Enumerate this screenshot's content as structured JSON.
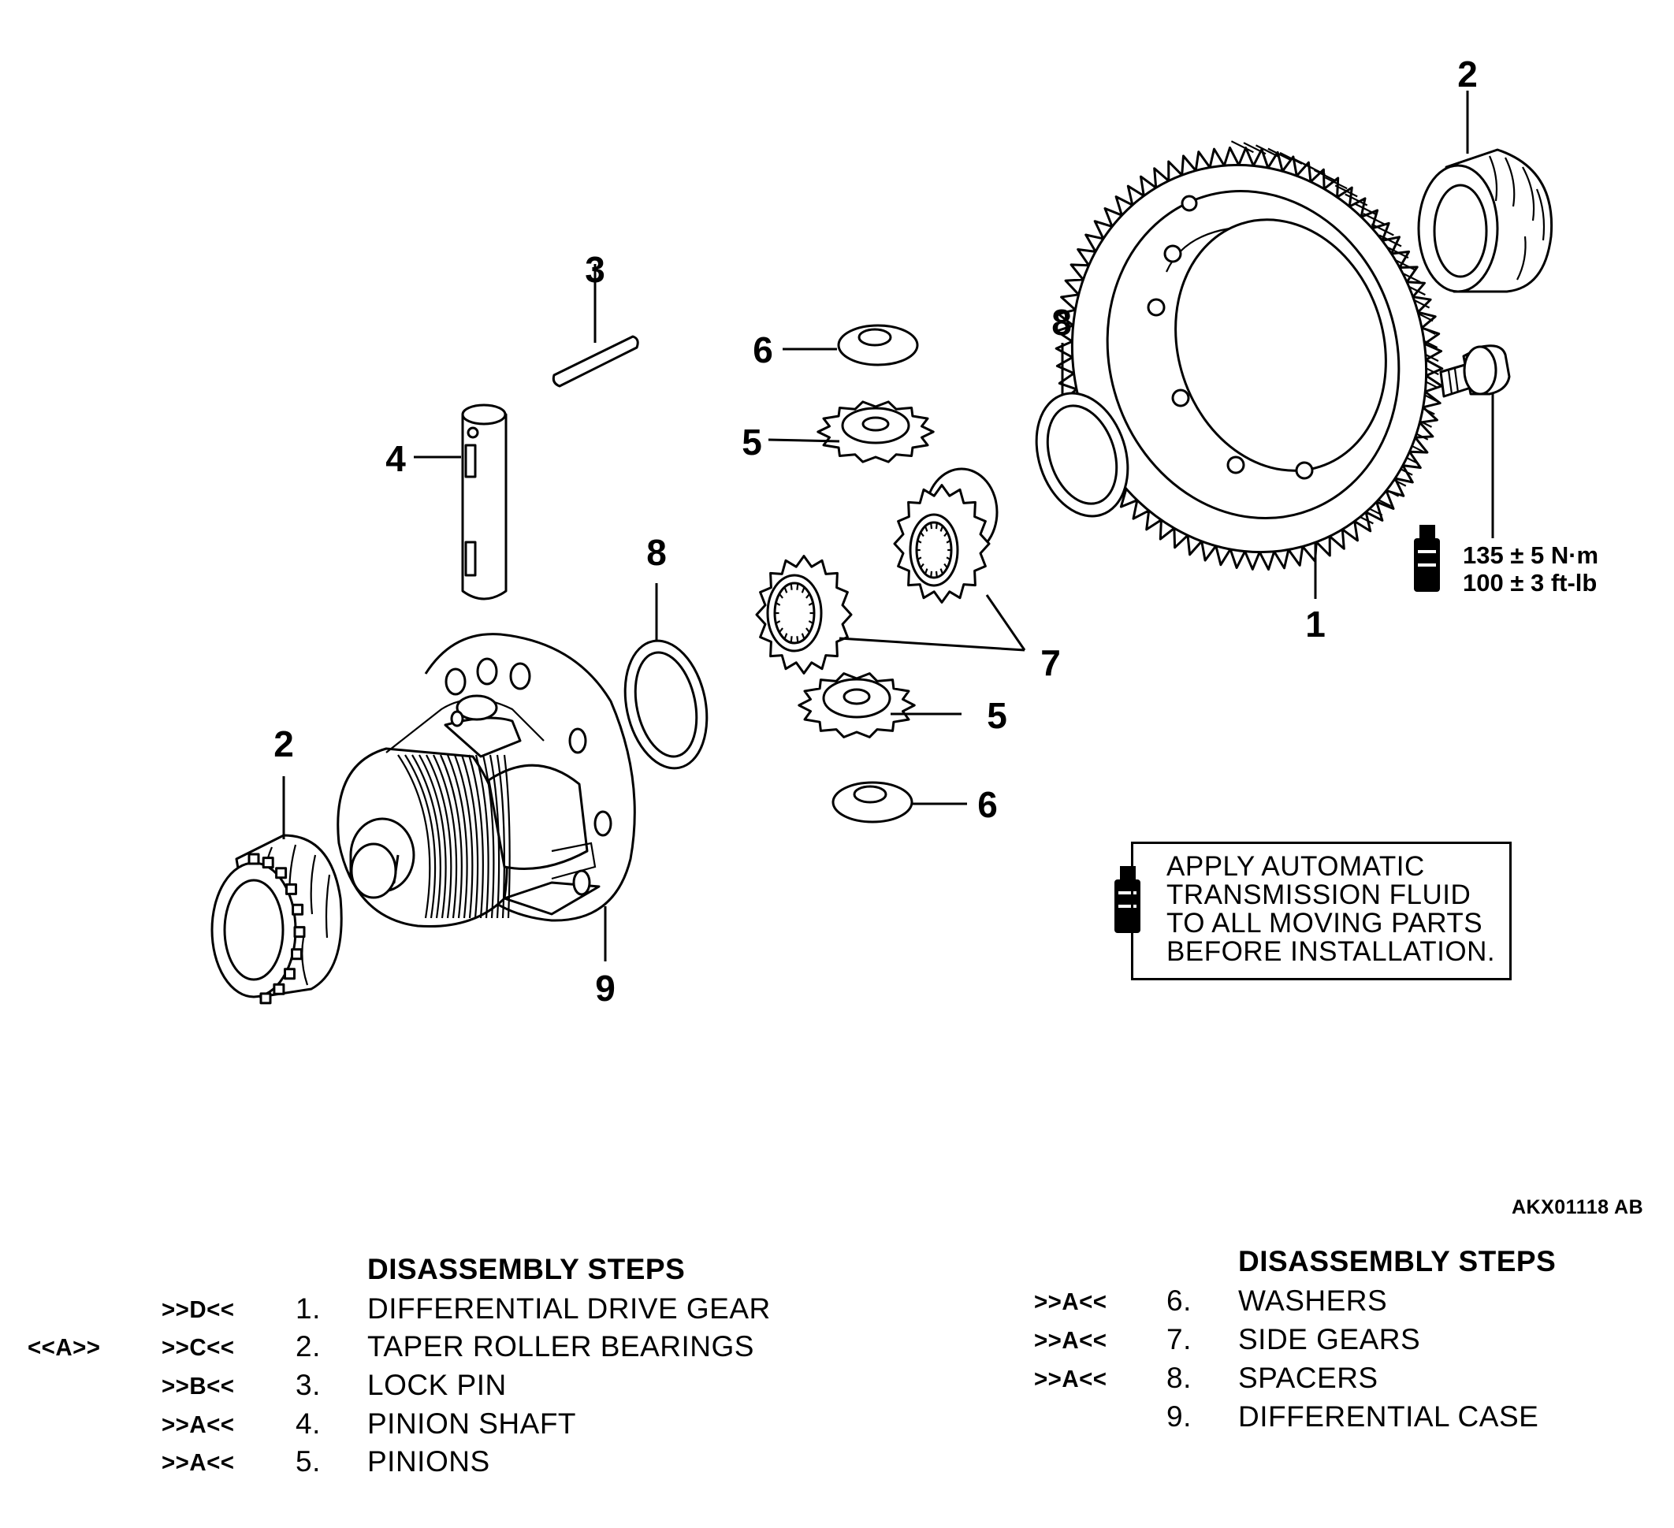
{
  "callouts": {
    "c1": "1",
    "c2_top": "2",
    "c2_left": "2",
    "c3": "3",
    "c4": "4",
    "c5_top": "5",
    "c5_bottom": "5",
    "c6_top": "6",
    "c6_bottom": "6",
    "c7": "7",
    "c8_right": "8",
    "c8_left": "8",
    "c9": "9"
  },
  "torque": {
    "metric": "135 ± 5 N·m",
    "imperial": "100 ± 3 ft-lb"
  },
  "note": {
    "lines": [
      "APPLY AUTOMATIC",
      "TRANSMISSION FLUID",
      "TO ALL MOVING PARTS",
      "BEFORE INSTALLATION."
    ]
  },
  "figure_id": "AKX01118 AB",
  "steps_left": {
    "heading": "DISASSEMBLY STEPS",
    "rows": [
      {
        "assembly_ref": "",
        "install_ref": ">>D<<",
        "num": "1.",
        "label": "DIFFERENTIAL DRIVE GEAR"
      },
      {
        "assembly_ref": "<<A>>",
        "install_ref": ">>C<<",
        "num": "2.",
        "label": "TAPER ROLLER BEARINGS"
      },
      {
        "assembly_ref": "",
        "install_ref": ">>B<<",
        "num": "3.",
        "label": "LOCK PIN"
      },
      {
        "assembly_ref": "",
        "install_ref": ">>A<<",
        "num": "4.",
        "label": "PINION SHAFT"
      },
      {
        "assembly_ref": "",
        "install_ref": ">>A<<",
        "num": "5.",
        "label": "PINIONS"
      }
    ]
  },
  "steps_right": {
    "heading": "DISASSEMBLY STEPS",
    "rows": [
      {
        "install_ref": ">>A<<",
        "num": "6.",
        "label": "WASHERS"
      },
      {
        "install_ref": ">>A<<",
        "num": "7.",
        "label": "SIDE GEARS"
      },
      {
        "install_ref": ">>A<<",
        "num": "8.",
        "label": "SPACERS"
      },
      {
        "install_ref": "",
        "num": "9.",
        "label": "DIFFERENTIAL CASE"
      }
    ]
  }
}
